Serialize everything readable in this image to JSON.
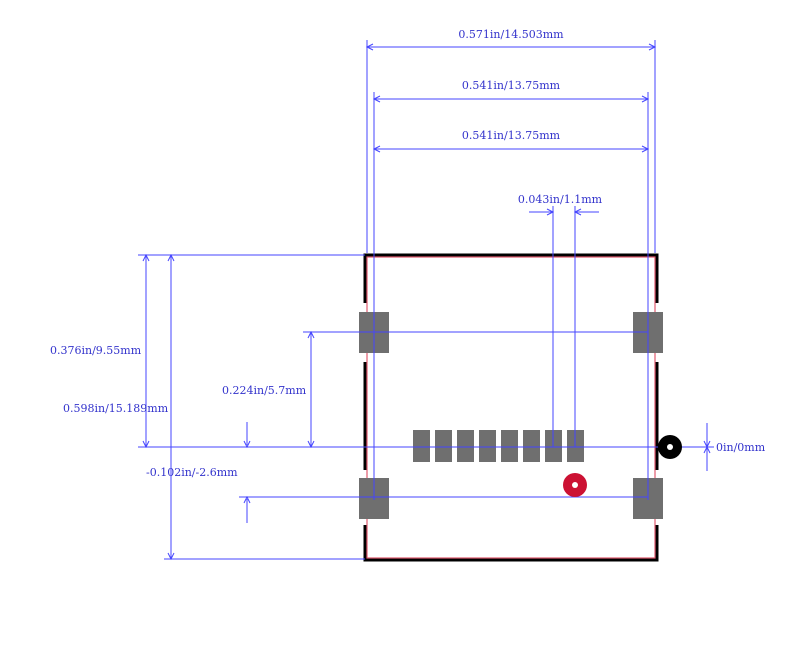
{
  "dimensions": {
    "total_width": "0.571in/14.503mm",
    "pad_span_1": "0.541in/13.75mm",
    "pad_span_2": "0.541in/13.75mm",
    "pin_pitch": "0.043in/1.1mm",
    "height_a": "0.376in/9.55mm",
    "height_b": "0.598in/15.189mm",
    "pad_offset": "0.224in/5.7mm",
    "neg_offset": "-0.102in/-2.6mm",
    "origin": "0in/0mm"
  },
  "colors": {
    "dimension": "#4646ff",
    "outline": "#000000",
    "courtyard": "#e05a6e",
    "pad": "#6f6f6f",
    "pin1_marker": "#cc1133",
    "origin_marker": "#000000"
  },
  "signal_pad_count": 8
}
